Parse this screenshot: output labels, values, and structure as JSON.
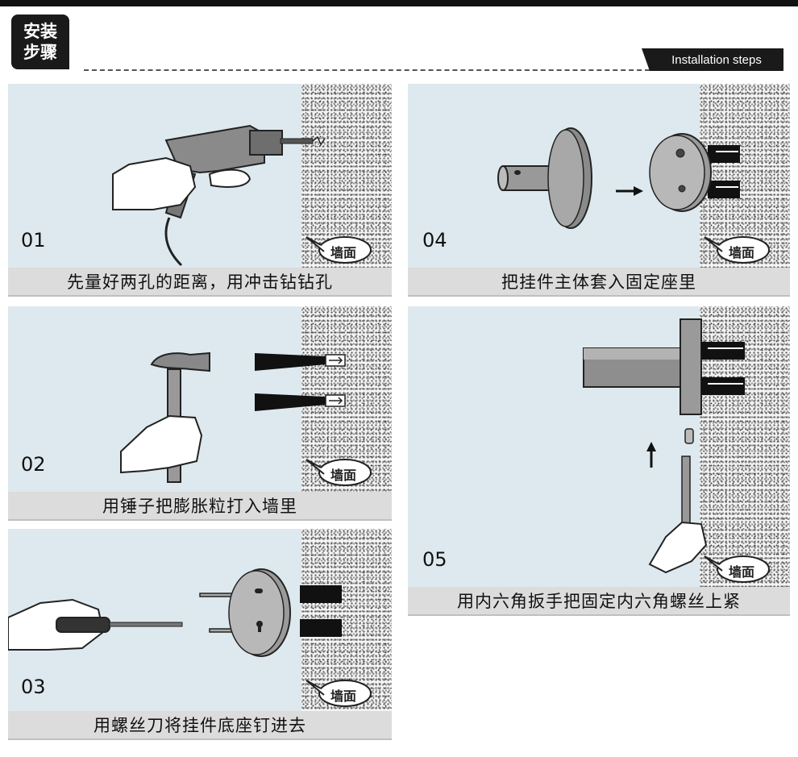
{
  "header": {
    "badge_line1": "安装",
    "badge_line2": "步骤",
    "english_title": "Installation steps"
  },
  "wall_label": "墙面",
  "steps": [
    {
      "number": "01",
      "caption": "先量好两孔的距离，用冲击钻钻孔"
    },
    {
      "number": "02",
      "caption": "用锤子把膨胀粒打入墙里"
    },
    {
      "number": "03",
      "caption": "用螺丝刀将挂件底座钉进去"
    },
    {
      "number": "04",
      "caption": "把挂件主体套入固定座里"
    },
    {
      "number": "05",
      "caption": "用内六角扳手把固定内六角螺丝上紧"
    }
  ]
}
